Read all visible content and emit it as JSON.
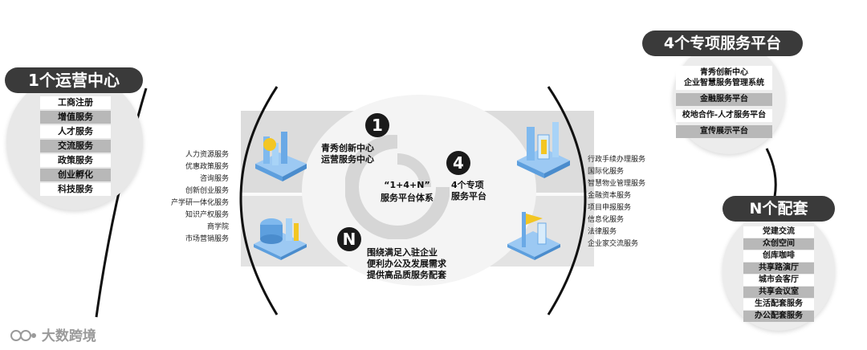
{
  "left": {
    "title": "1个运营中心",
    "items": [
      {
        "label": "工商注册",
        "style": "w"
      },
      {
        "label": "增值服务",
        "style": "g"
      },
      {
        "label": "人才服务",
        "style": "w"
      },
      {
        "label": "交流服务",
        "style": "g"
      },
      {
        "label": "政策服务",
        "style": "w"
      },
      {
        "label": "创业孵化",
        "style": "g"
      },
      {
        "label": "科技服务",
        "style": "w"
      }
    ]
  },
  "right_top": {
    "title": "4个专项服务平台",
    "items": [
      {
        "label": "青秀创新中心\n企业智慧服务管理系统",
        "style": "w"
      },
      {
        "label": "金融服务平台",
        "style": "g"
      },
      {
        "label": "校地合作-人才服务平台",
        "style": "w"
      },
      {
        "label": "宣传展示平台",
        "style": "g"
      }
    ]
  },
  "right_bottom": {
    "title": "N个配套",
    "items": [
      {
        "label": "党建交流",
        "style": "w"
      },
      {
        "label": "众创空间",
        "style": "g"
      },
      {
        "label": "创库咖啡",
        "style": "w"
      },
      {
        "label": "共享路演厅",
        "style": "g"
      },
      {
        "label": "城市会客厅",
        "style": "w"
      },
      {
        "label": "共享会议室",
        "style": "g"
      },
      {
        "label": "生活配套服务",
        "style": "w"
      },
      {
        "label": "办公配套服务",
        "style": "g"
      }
    ]
  },
  "center": {
    "one": {
      "num": "1",
      "line1": "青秀创新中心",
      "line2": "运营服务中心"
    },
    "four": {
      "num": "4",
      "line1": "4个专项",
      "line2": "服务平台"
    },
    "n": {
      "num": "N",
      "line1": "围绕满足入驻企业",
      "line2": "便利办公及发展需求",
      "line3": "提供高品质服务配套"
    },
    "system": {
      "line1": "“1+4+N”",
      "line2": "服务平台体系"
    }
  },
  "left_services": [
    "人力资源服务",
    "优惠政策服务",
    "咨询服务",
    "创新创业服务",
    "产学研一体化服务",
    "知识产权服务",
    "商学院",
    "市场营销服务"
  ],
  "right_services": [
    "行政手续办理服务",
    "国际化服务",
    "智慧物业管理服务",
    "金融资本服务",
    "项目申报服务",
    "信息化服务",
    "法律服务",
    "企业家交流服务"
  ],
  "watermark": "大数跨境",
  "colors": {
    "dark": "#1a1a1a",
    "pill": "#3a3a3a",
    "grey_item": "#b8b8b8",
    "accent_blue": "#6fb3ee",
    "accent_yellow": "#f3c623"
  }
}
